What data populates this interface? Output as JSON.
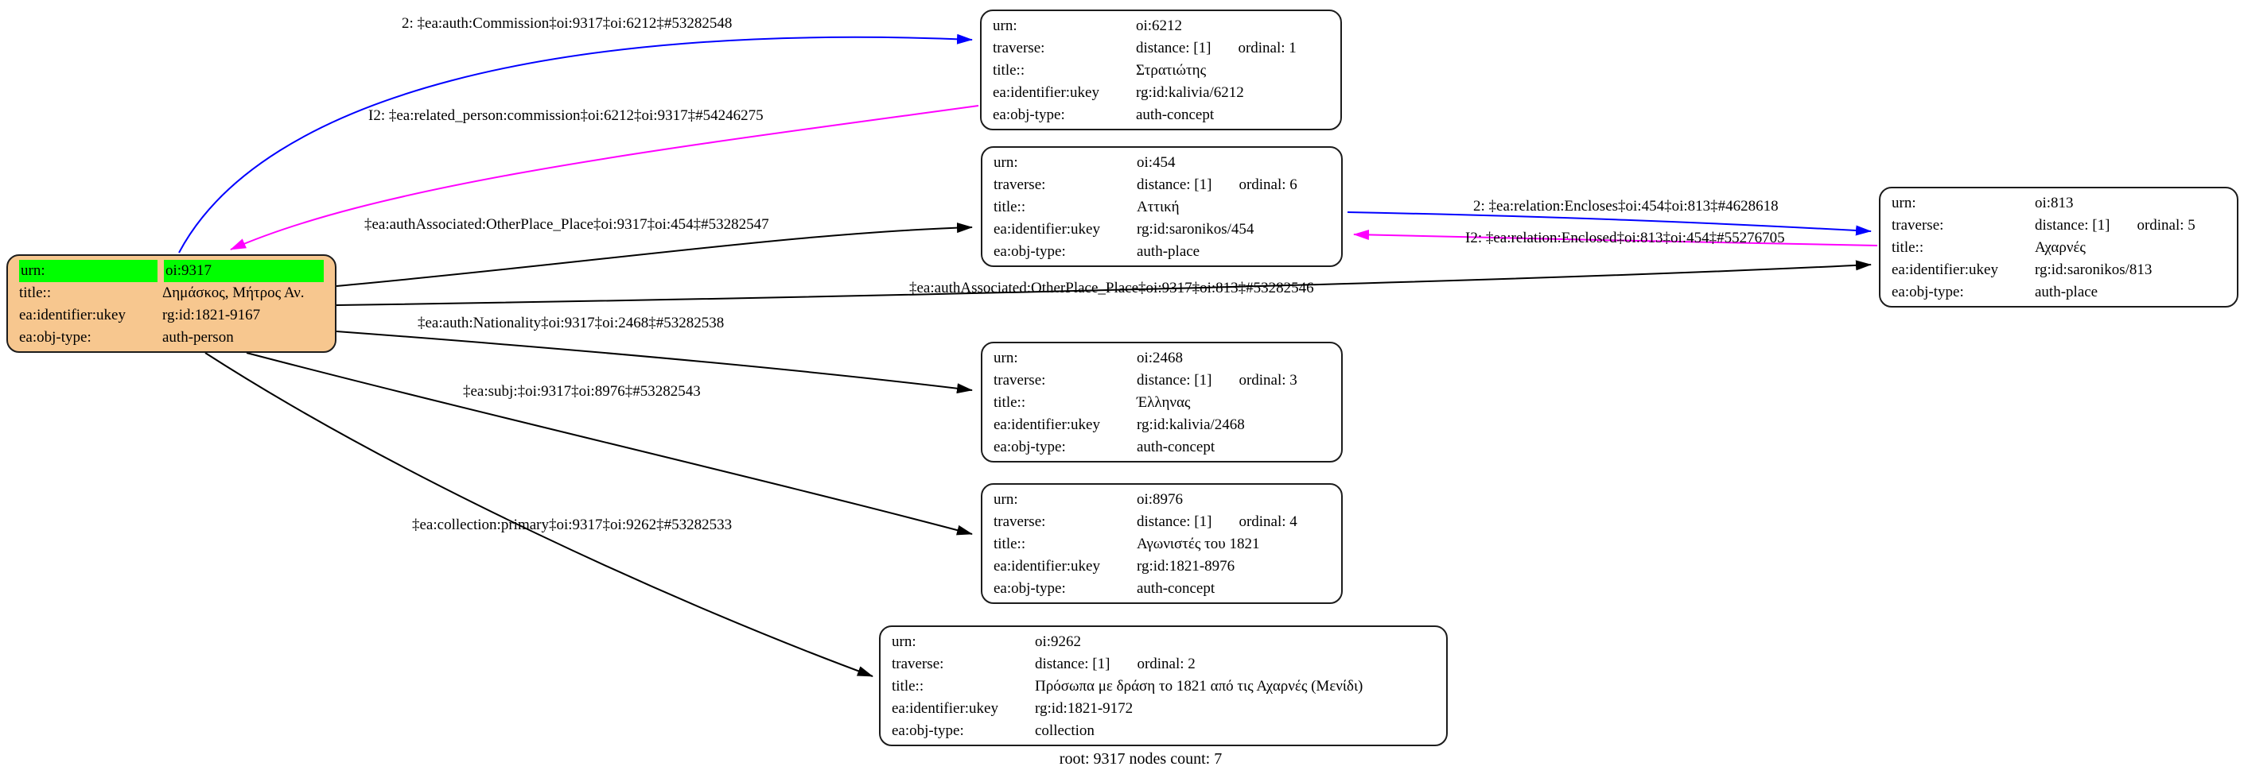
{
  "caption": "root: 9317 nodes count: 7",
  "field_labels": {
    "urn": "urn:",
    "traverse": "traverse:",
    "title": "title::",
    "ukey": "ea:identifier:ukey",
    "objtype": "ea:obj-type:"
  },
  "root_node": {
    "urn": "oi:9317",
    "title": "Δημάσκος, Μήτρος Αν.",
    "ukey": "rg:id:1821-9167",
    "objtype": "auth-person"
  },
  "nodes": [
    {
      "urn": "oi:6212",
      "distance": "distance: [1]",
      "ordinal": "ordinal: 1",
      "title": "Στρατιώτης",
      "ukey": "rg:id:kalivia/6212",
      "objtype": "auth-concept"
    },
    {
      "urn": "oi:454",
      "distance": "distance: [1]",
      "ordinal": "ordinal: 6",
      "title": "Αττική",
      "ukey": "rg:id:saronikos/454",
      "objtype": "auth-place"
    },
    {
      "urn": "oi:813",
      "distance": "distance: [1]",
      "ordinal": "ordinal: 5",
      "title": "Αχαρνές",
      "ukey": "rg:id:saronikos/813",
      "objtype": "auth-place"
    },
    {
      "urn": "oi:2468",
      "distance": "distance: [1]",
      "ordinal": "ordinal: 3",
      "title": "Έλληνας",
      "ukey": "rg:id:kalivia/2468",
      "objtype": "auth-concept"
    },
    {
      "urn": "oi:8976",
      "distance": "distance: [1]",
      "ordinal": "ordinal: 4",
      "title": "Αγωνιστές του 1821",
      "ukey": "rg:id:1821-8976",
      "objtype": "auth-concept"
    },
    {
      "urn": "oi:9262",
      "distance": "distance: [1]",
      "ordinal": "ordinal: 2",
      "title": "Πρόσωπα με δράση το 1821 από τις Αχαρνές (Μενίδι)",
      "ukey": "rg:id:1821-9172",
      "objtype": "collection"
    }
  ],
  "edges": [
    {
      "label": "2: ‡ea:auth:Commission‡oi:9317‡oi:6212‡#53282548",
      "color": "#0000ff"
    },
    {
      "label": "I2: ‡ea:related_person:commission‡oi:6212‡oi:9317‡#54246275",
      "color": "#ff00ff"
    },
    {
      "label": "‡ea:authAssociated:OtherPlace_Place‡oi:9317‡oi:454‡#53282547",
      "color": "#000000"
    },
    {
      "label": "2: ‡ea:relation:Encloses‡oi:454‡oi:813‡#4628618",
      "color": "#0000ff"
    },
    {
      "label": "I2: ‡ea:relation:Enclosed‡oi:813‡oi:454‡#55276705",
      "color": "#ff00ff"
    },
    {
      "label": "‡ea:authAssociated:OtherPlace_Place‡oi:9317‡oi:813‡#53282546",
      "color": "#000000"
    },
    {
      "label": "‡ea:auth:Nationality‡oi:9317‡oi:2468‡#53282538",
      "color": "#000000"
    },
    {
      "label": "‡ea:subj:‡oi:9317‡oi:8976‡#53282543",
      "color": "#000000"
    },
    {
      "label": "‡ea:collection:primary‡oi:9317‡oi:9262‡#53282533",
      "color": "#000000"
    }
  ],
  "colors": {
    "root_fill": "#F7C78F",
    "urn_highlight": "#00FF00",
    "edge_blue": "#0000ff",
    "edge_magenta": "#ff00ff",
    "edge_black": "#000000"
  }
}
